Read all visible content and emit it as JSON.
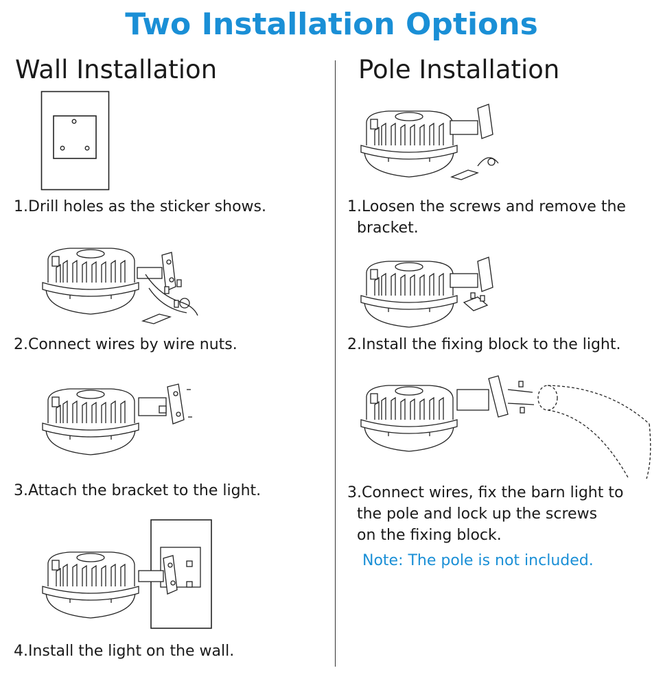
{
  "title": "Two Installation Options",
  "wall": {
    "heading": "Wall Installation",
    "steps": [
      "1.Drill holes as the sticker shows.",
      "2.Connect wires by wire nuts.",
      "3.Attach the bracket to the light.",
      "4.Install the light on the wall."
    ]
  },
  "pole": {
    "heading": "Pole Installation",
    "steps": [
      "1.Loosen the screws and remove the\n  bracket.",
      "2.Install the fixing block to the light.",
      "3.Connect wires, fix the barn light to\n  the pole and lock up the screws\n  on the fixing block."
    ],
    "note": "Note: The pole is not included."
  },
  "icons": [
    "wall-sticker-illustration",
    "barn-light-illustration",
    "pole-illustration"
  ]
}
